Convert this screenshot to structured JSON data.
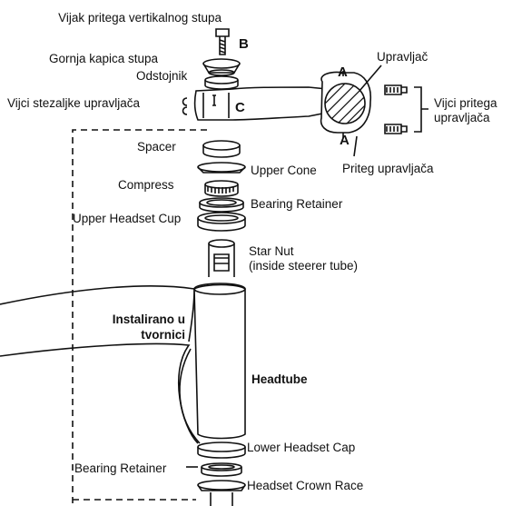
{
  "labels": {
    "top_bolt": "Vijak pritega vertikalnog stupa",
    "top_cap": "Gornja kapica stupa",
    "spacer_hr": "Odstojnik",
    "clamp_bolts": "Vijci stezaljke upravljača",
    "handlebar": "Upravljač",
    "handlebar_bolts": "Vijci pritega upravljača",
    "handlebar_clamp": "Priteg upravljača",
    "spacer": "Spacer",
    "upper_cone": "Upper Cone",
    "compress": "Compress",
    "bearing_retainer_top": "Bearing Retainer",
    "upper_cup": "Upper Headset Cup",
    "star_nut_1": "Star Nut",
    "star_nut_2": "(inside steerer tube)",
    "factory_1": "Instalirano u",
    "factory_2": "tvornici",
    "headtube": "Headtube",
    "lower_cap": "Lower Headset Cap",
    "bearing_retainer_bottom": "Bearing Retainer",
    "crown_race": "Headset Crown Race"
  },
  "markers": {
    "b": "B",
    "c": "C",
    "a_top": "A",
    "a_bottom": "A"
  }
}
